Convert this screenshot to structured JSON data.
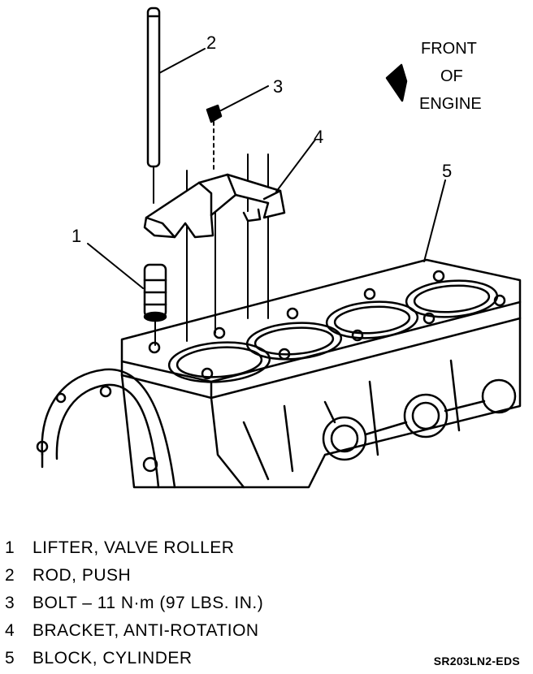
{
  "orientation": {
    "line1": "FRONT",
    "line2": "OF",
    "line3": "ENGINE"
  },
  "callouts": [
    "1",
    "2",
    "3",
    "4",
    "5"
  ],
  "legend": [
    {
      "num": "1",
      "text": "LIFTER, VALVE ROLLER"
    },
    {
      "num": "2",
      "text": "ROD, PUSH"
    },
    {
      "num": "3",
      "text": "BOLT – 11 N·m (97 LBS. IN.)"
    },
    {
      "num": "4",
      "text": "BRACKET, ANTI-ROTATION"
    },
    {
      "num": "5",
      "text": "BLOCK, CYLINDER"
    }
  ],
  "reference_code": "SR203LN2-EDS"
}
